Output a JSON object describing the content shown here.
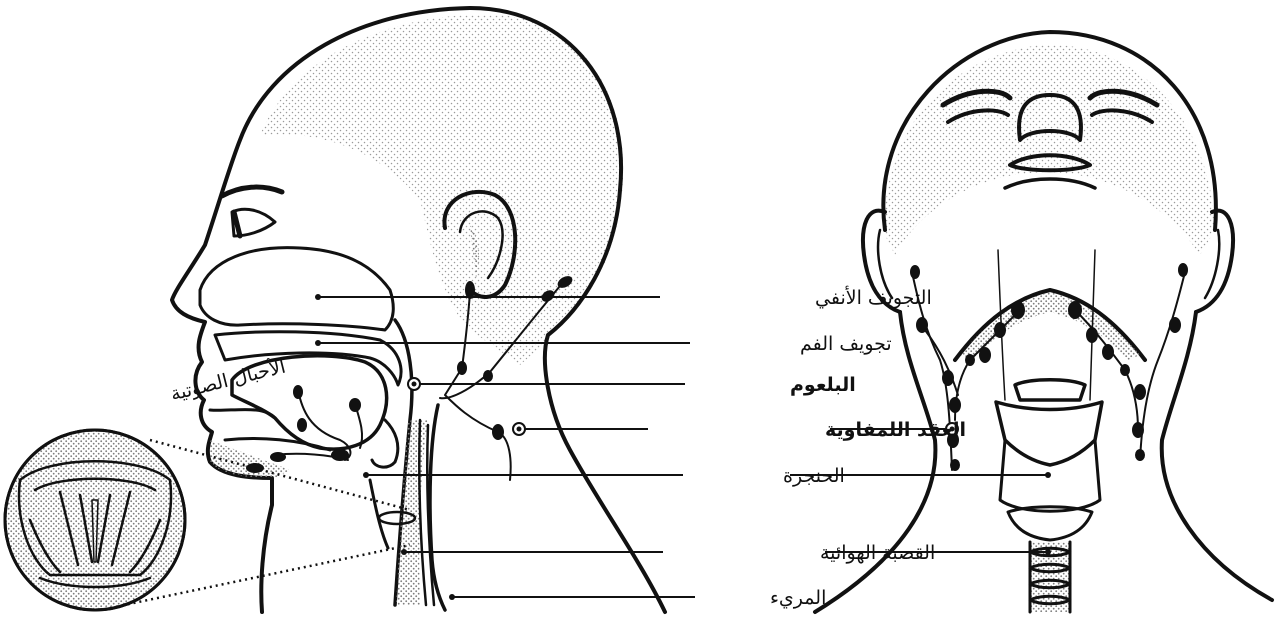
{
  "labels": {
    "nasal_cavity": "التجويف الأنفي",
    "oral_cavity": "تجويف الفم",
    "pharynx": "البلعوم",
    "lymph_nodes": "العقد اللمفاوية",
    "larynx": "الحنجرة",
    "trachea": "القصبة الهوائية",
    "esophagus": "المريء",
    "vocal_cords": "الأحبال الصوتية"
  },
  "colors": {
    "ink": "#111111",
    "paper": "#ffffff",
    "stipple": "#8a8a8a"
  }
}
